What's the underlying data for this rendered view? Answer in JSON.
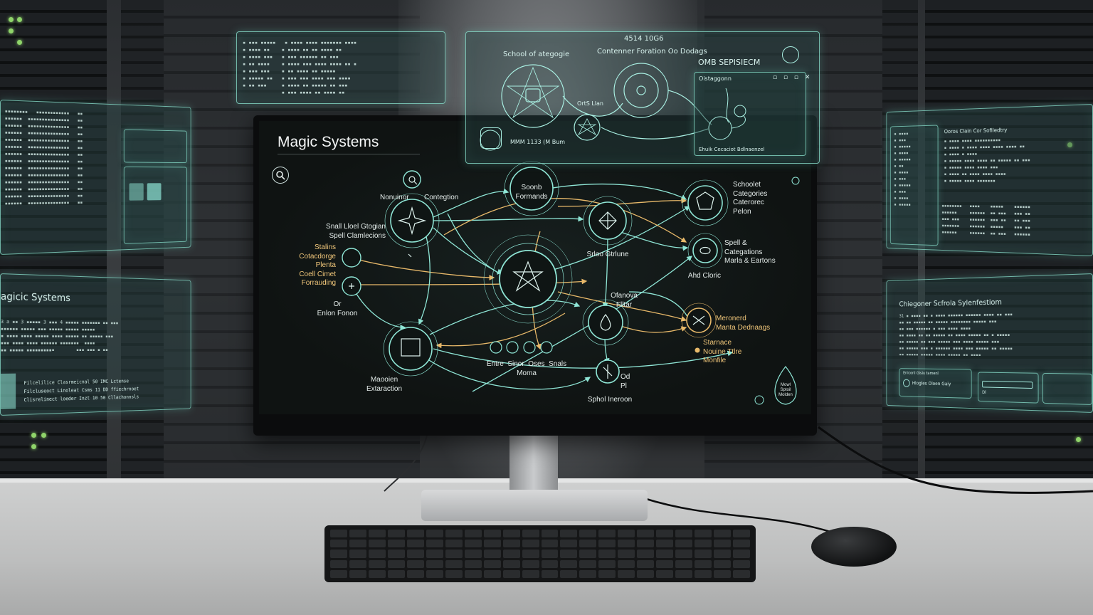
{
  "screen": {
    "title": "Magic Systems",
    "nodes": {
      "n_top_center": "Soonb\nFormands",
      "n_left_head": "Nonuinor",
      "n_left_head2": "Contegtion",
      "n_left_mid": "Snall Lloel Gtogian\nSpell Clamlecions",
      "n_left_gold": "Stalins\nCotacdorge\nPlenta\nCoell Cimet\nForrauding",
      "n_left_low": "Or\nEnlon Fonon",
      "n_right_top": "Schoolet\nCategories\nCaterorec\nPelon",
      "n_center_right": "Srloo Gtrlune",
      "n_right_mid": "Spell &\nCategations\nMarla & Eartons",
      "n_right_mid2": "Ahd Cloric",
      "n_center_low": "Ofanova\nFlltar",
      "n_right_gold": "Meronerd\nManta Dednaags",
      "n_right_gold2": "Starnace\nNouine Ttlre\nMonfile",
      "n_bottom_left": "Maooien\nExtaraction",
      "n_small_group": "Entre  Sinor  Oses  Snals\nMoma",
      "n_bottom_center_a": "Od\nPl",
      "n_bottom_center_b": "Sphol Ineroon",
      "n_corner_badge": "Mowl\nSptoil\nMolden"
    }
  },
  "holo_top_right": {
    "id_label": "4514 10G6",
    "left_heading": "School of ategogie",
    "center_heading": "Contenner Foration Oo Dodags",
    "right_heading": "OMB SEPISIECM",
    "node_label": "OrtS Llan",
    "bottom_label": "MMM 1133 (M Bum",
    "inner_title": "Oistaggonn",
    "inner_caption": "Ehuik Cecaciot Bdlnaenzel"
  },
  "holo_left_bottom": {
    "heading": "agicic Systems",
    "footer_1": "Filcelilice  Clasrmeicnal    50  IMC  Lctense",
    "footer_2": "Filcluseoct  Linoleat  Csms    11  DD  ffiechrnoet",
    "footer_3": "Clisrelinect  loeder  Inzt    10  50  Cllachonnsls"
  },
  "holo_right_bottom": {
    "heading": "Chiegoner Scfrola Sylenfestiom",
    "sub_1": "Eniconl   Gisiu tamenl",
    "sub_2": "Hlogles  Oloen Gaiy",
    "sub_3": "Dl"
  },
  "holo_right_top": {
    "heading": "Ooros Clain Cor  Sofiledtry"
  },
  "colors": {
    "cyan": "#8fe6d6",
    "gold": "#e8b96a",
    "screen_bg": "#0f1312"
  }
}
